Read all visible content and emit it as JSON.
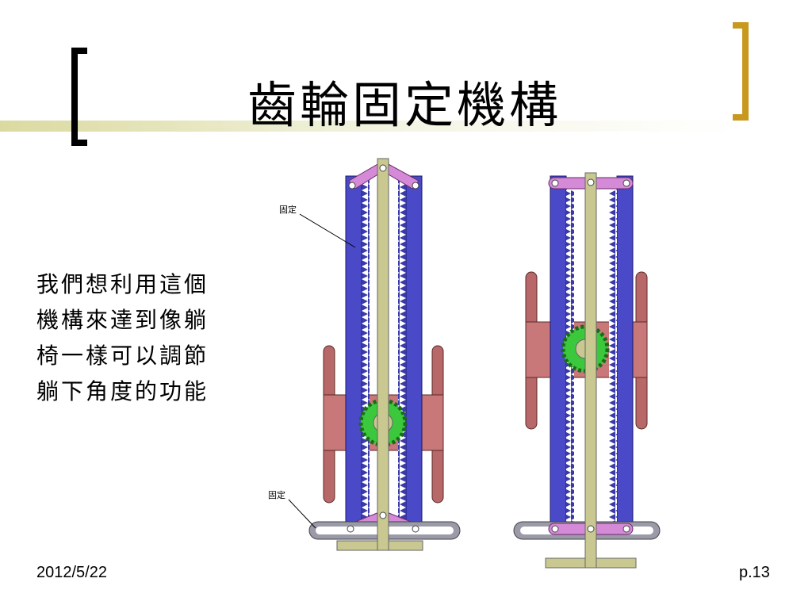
{
  "slide": {
    "title": "齒輪固定機構",
    "body_lines": [
      "我們想利用這個",
      "機構來達到像躺",
      "椅一樣可以調節",
      "躺下角度的功能"
    ],
    "date": "2012/5/22",
    "page": "p.13"
  },
  "diagram": {
    "label_top": "固定",
    "label_bottom": "固定"
  },
  "colors": {
    "rack": "#4a4ac8",
    "rod": "#c8c890",
    "link": "#d58ad8",
    "gear": "#3cc83c",
    "plate": "#c87878",
    "slot": "#9a9aa8",
    "bracket_accent": "#c9981f"
  }
}
